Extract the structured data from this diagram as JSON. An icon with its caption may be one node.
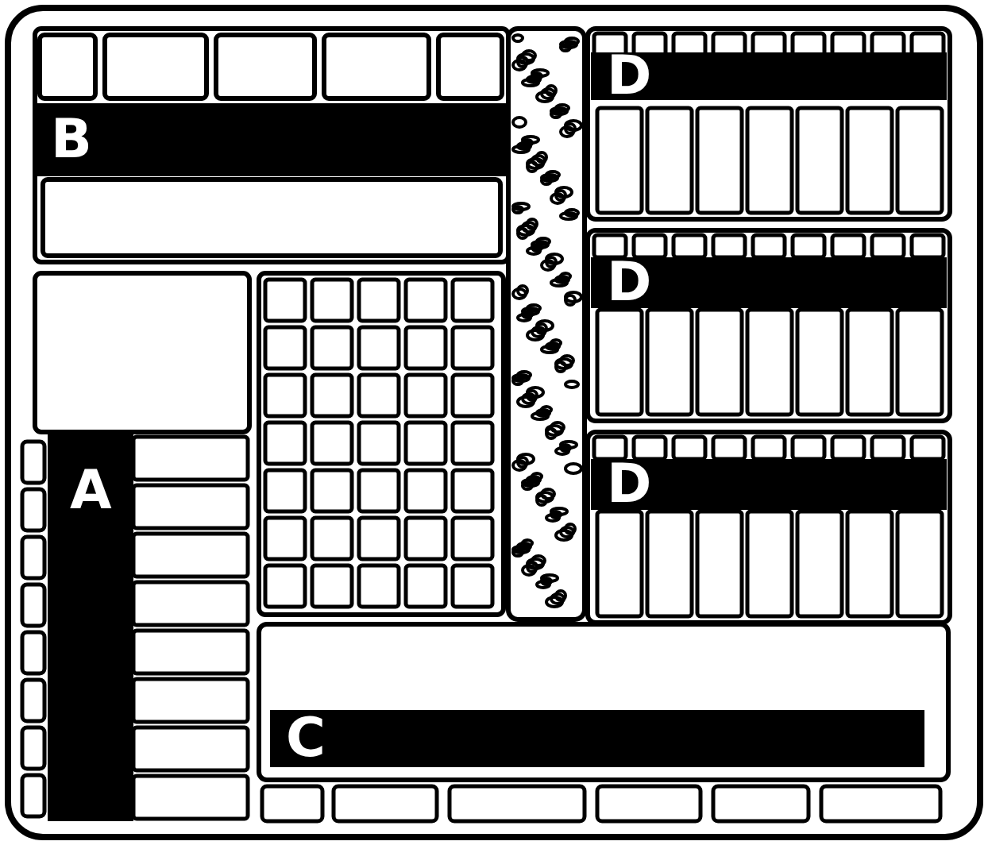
{
  "diagram": {
    "nodes": [
      {
        "text": [
          "D"
        ]
      },
      {
        "text": [
          "B"
        ]
      },
      {
        "text": [
          "D"
        ]
      },
      {
        "text": [
          "D"
        ]
      },
      {
        "text": [
          "A"
        ]
      },
      {
        "text": [
          "C"
        ]
      }
    ]
  }
}
